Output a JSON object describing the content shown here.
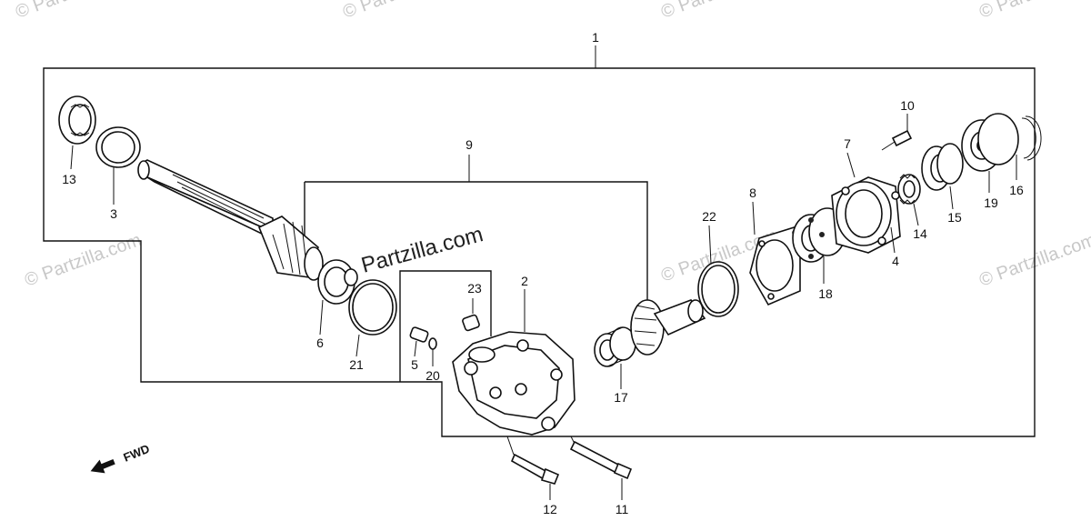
{
  "watermarks": {
    "corner": "© Partzilla.com",
    "center": "Partzilla.com"
  },
  "direction": {
    "label": "FWD",
    "icon": "arrow-left-icon"
  },
  "callouts": {
    "c1": "1",
    "c2": "2",
    "c3": "3",
    "c4": "4",
    "c5": "5",
    "c6": "6",
    "c7": "7",
    "c8": "8",
    "c9": "9",
    "c10": "10",
    "c11": "11",
    "c12": "12",
    "c13": "13",
    "c14": "14",
    "c15": "15",
    "c16": "16",
    "c17": "17",
    "c18": "18",
    "c19": "19",
    "c20": "20",
    "c21": "21",
    "c22": "22",
    "c23": "23"
  }
}
